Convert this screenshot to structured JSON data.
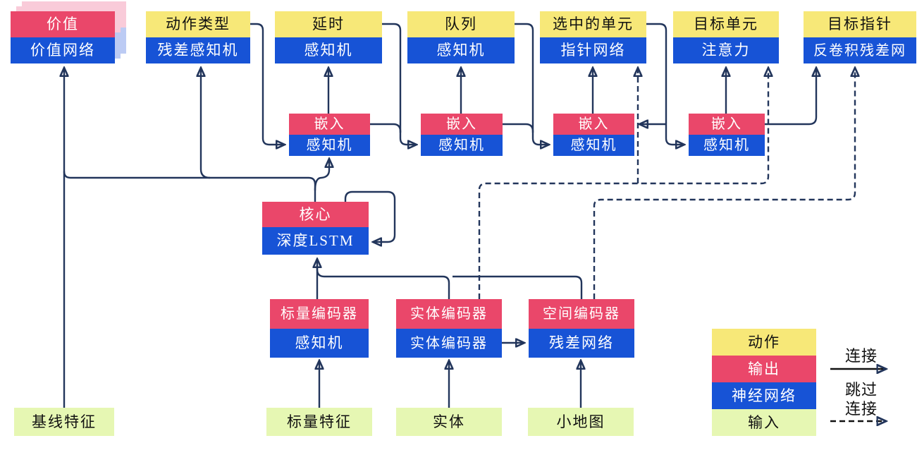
{
  "nodes": {
    "value": {
      "top": "价值",
      "bottom": "价值网络"
    },
    "action_type": {
      "top": "动作类型",
      "bottom": "残差感知机"
    },
    "delay": {
      "top": "延时",
      "bottom": "感知机"
    },
    "queue": {
      "top": "队列",
      "bottom": "感知机"
    },
    "selected_units": {
      "top": "选中的单元",
      "bottom": "指针网络"
    },
    "target_unit": {
      "top": "目标单元",
      "bottom": "注意力"
    },
    "target_point": {
      "top": "目标指针",
      "bottom": "反卷积残差网"
    },
    "embed1": {
      "top": "嵌入",
      "bottom": "感知机"
    },
    "embed2": {
      "top": "嵌入",
      "bottom": "感知机"
    },
    "embed3": {
      "top": "嵌入",
      "bottom": "感知机"
    },
    "embed4": {
      "top": "嵌入",
      "bottom": "感知机"
    },
    "core": {
      "top": "核心",
      "bottom": "深度LSTM"
    },
    "scalar_encoder": {
      "top": "标量编码器",
      "bottom": "感知机"
    },
    "entity_encoder": {
      "top": "实体编码器",
      "bottom": "实体编码器"
    },
    "spatial_encoder": {
      "top": "空间编码器",
      "bottom": "残差网络"
    },
    "baseline_features": {
      "label": "基线特征"
    },
    "scalar_features": {
      "label": "标量特征"
    },
    "entities": {
      "label": "实体"
    },
    "minimap": {
      "label": "小地图"
    }
  },
  "legend": {
    "action": "动作",
    "output": "输出",
    "network": "神经网络",
    "input": "输入",
    "connection": "连接",
    "skip_line1": "跳过",
    "skip_line2": "连接"
  },
  "colors": {
    "action": "#F7E878",
    "output": "#EA476A",
    "network": "#1753D6",
    "input": "#E6F7B3",
    "ghost_pink": "#F9CBD9",
    "ghost_blue": "#BCCBF4",
    "line": "#22355B",
    "legend_arrow": "#111111"
  }
}
